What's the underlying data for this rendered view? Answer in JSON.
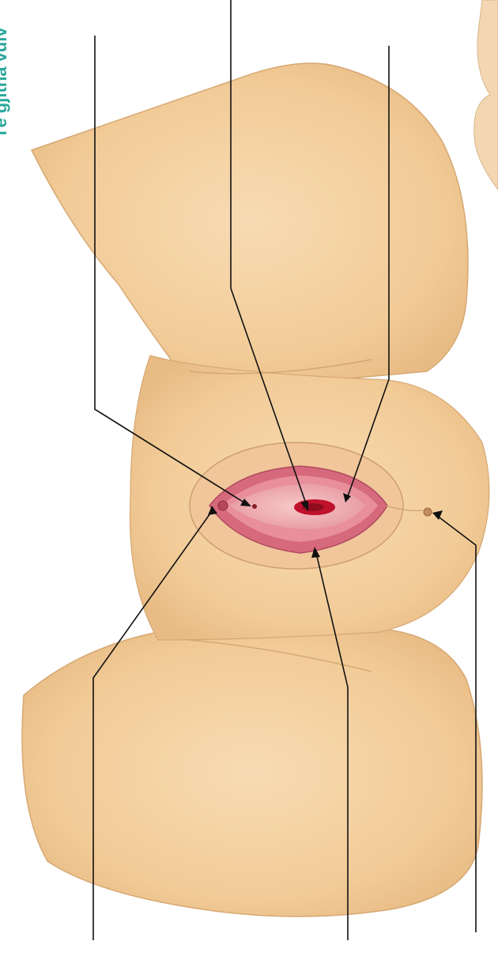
{
  "heading": {
    "text": "Të gjitha vulv"
  },
  "cutoff_text": {
    "text": ""
  },
  "colors": {
    "skin": "#f4d3a4",
    "skin_shadow": "#e6b985",
    "labia_outer": "#d46c7c",
    "labia_inner": "#f0b2b8",
    "opening": "#c0122d",
    "teal_heading": "#2aa79b",
    "leader_line": "#111111"
  },
  "labels": [
    {
      "id": "label-top-left",
      "text": ""
    },
    {
      "id": "label-top-middle",
      "text": ""
    },
    {
      "id": "label-top-right",
      "text": ""
    },
    {
      "id": "label-bottom-left",
      "text": ""
    },
    {
      "id": "label-bottom-middle",
      "text": ""
    },
    {
      "id": "label-bottom-right",
      "text": ""
    }
  ]
}
